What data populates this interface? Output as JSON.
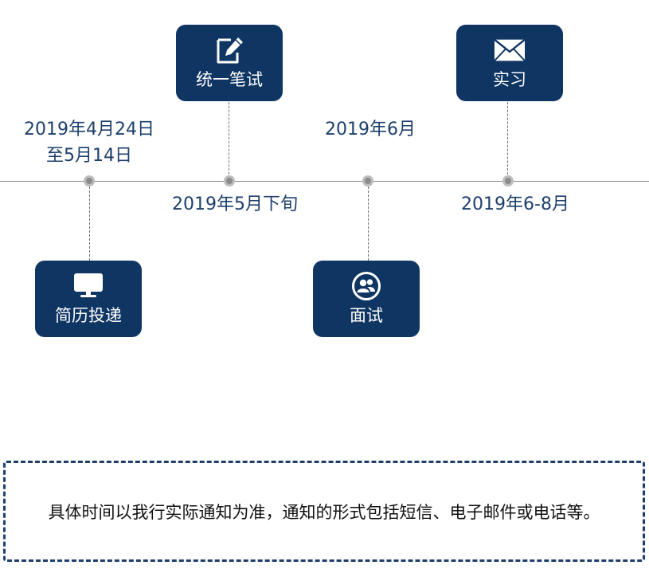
{
  "timeline": {
    "stages": [
      {
        "id": "resume",
        "label": "简历投递",
        "icon": "monitor-icon",
        "date_lines": [
          "2019年4月24日",
          "至5月14日"
        ]
      },
      {
        "id": "exam",
        "label": "统一笔试",
        "icon": "edit-icon",
        "date_lines": [
          "2019年5月下旬"
        ]
      },
      {
        "id": "interview",
        "label": "面试",
        "icon": "users-icon",
        "date_lines": [
          "2019年6月"
        ]
      },
      {
        "id": "internship",
        "label": "实习",
        "icon": "envelope-icon",
        "date_lines": [
          "2019年6-8月"
        ]
      }
    ]
  },
  "note": {
    "text": "具体时间以我行实际通知为准，通知的形式包括短信、电子邮件或电话等。"
  },
  "colors": {
    "box": "#0f3563",
    "date_text": "#1d3f6c",
    "axis": "#8a8a8a",
    "note_border": "#1d3f6c"
  }
}
